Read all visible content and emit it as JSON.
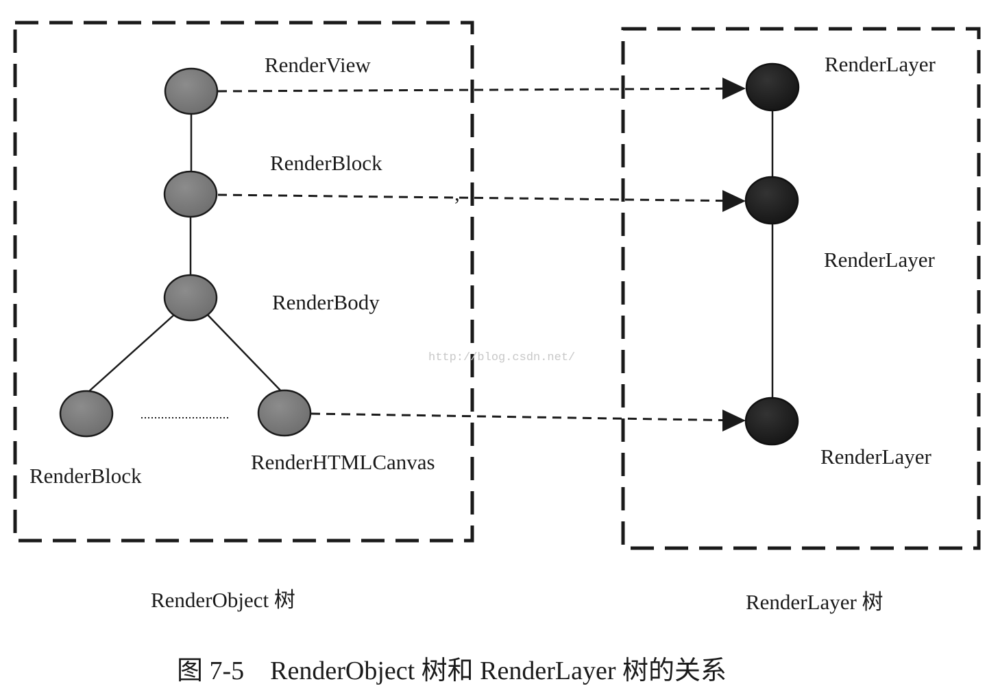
{
  "colors": {
    "object_node": "#7a7a7a",
    "layer_node": "#1e1e1e",
    "stroke": "#1a1a1a"
  },
  "renderobject_tree": {
    "nodes": [
      {
        "id": "renderview",
        "label": "RenderView"
      },
      {
        "id": "renderblock",
        "label": "RenderBlock"
      },
      {
        "id": "renderbody",
        "label": "RenderBody"
      },
      {
        "id": "renderblock2",
        "label": "RenderBlock"
      },
      {
        "id": "renderhtmlcanvas",
        "label": "RenderHTMLCanvas"
      }
    ],
    "caption": "RenderObject 树"
  },
  "renderlayer_tree": {
    "nodes": [
      {
        "id": "layer1",
        "label": "RenderLayer"
      },
      {
        "id": "layer2",
        "label": "RenderLayer"
      },
      {
        "id": "layer3",
        "label": "RenderLayer"
      }
    ],
    "caption": "RenderLayer 树"
  },
  "mappings": [
    {
      "from": "RenderView",
      "to": "RenderLayer"
    },
    {
      "from": "RenderBlock",
      "to": "RenderLayer"
    },
    {
      "from": "RenderHTMLCanvas",
      "to": "RenderLayer"
    }
  ],
  "stray_mark": ",",
  "watermark": "http://blog.csdn.net/",
  "figure_title": "图 7-5    RenderObject 树和 RenderLayer 树的关系"
}
